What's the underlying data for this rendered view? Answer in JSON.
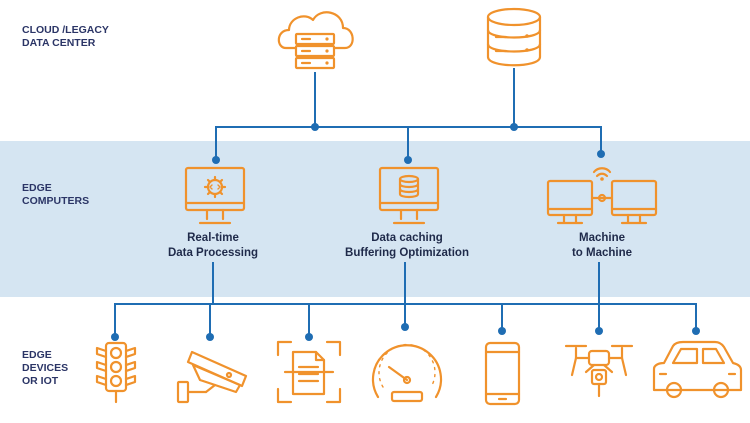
{
  "tiers": {
    "cloud": [
      "CLOUD /LEGACY",
      "DATA CENTER"
    ],
    "edge_computers": [
      "EDGE",
      "COMPUTERS"
    ],
    "edge_devices": [
      "EDGE",
      "DEVICES",
      "OR IOT"
    ]
  },
  "nodes": {
    "realtime": [
      "Real-time",
      "Data Processing"
    ],
    "caching": [
      "Data caching",
      "Buffering Optimization"
    ],
    "m2m": [
      "Machine",
      "to Machine"
    ]
  },
  "colors": {
    "icon": "#f0922c",
    "connector": "#1f6db3",
    "band": "#d5e5f2",
    "text": "#2b3566"
  },
  "icons": {
    "top": [
      "cloud-server-icon",
      "database-icon"
    ],
    "edge": [
      "monitor-gear-icon",
      "monitor-database-icon",
      "machine-to-machine-icon"
    ],
    "devices": [
      "traffic-light-icon",
      "security-camera-icon",
      "document-scan-icon",
      "speedometer-icon",
      "smartphone-icon",
      "drone-icon",
      "car-icon"
    ]
  }
}
